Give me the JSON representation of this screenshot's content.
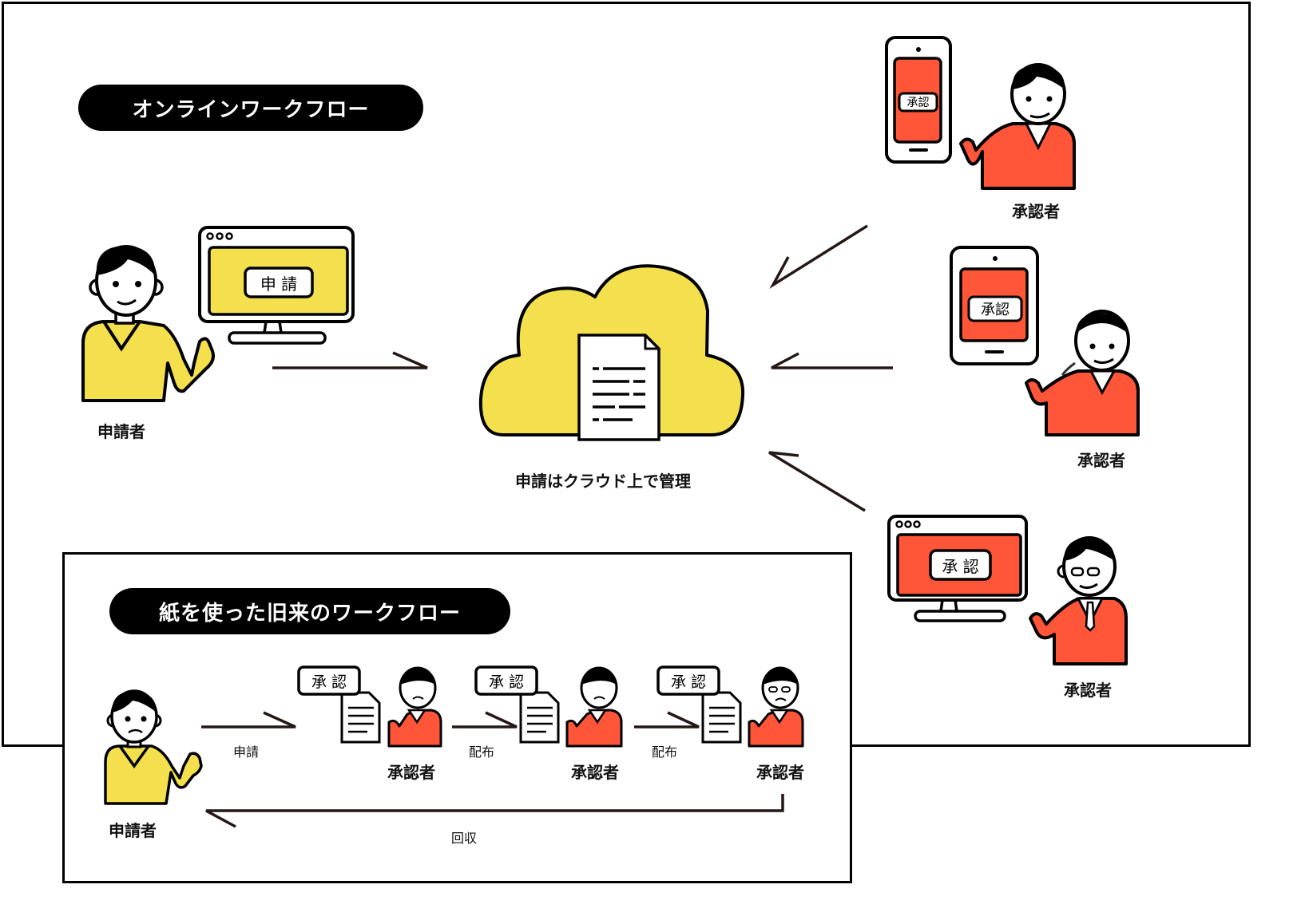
{
  "colors": {
    "applicant_yellow": "#F4E04D",
    "approver_red": "#FF5539",
    "outline": "#000000",
    "arrow": "#231815",
    "background": "#FFFFFF"
  },
  "online_section": {
    "title": "オンラインワークフロー",
    "applicant": {
      "label": "申請者",
      "device": "desktop-monitor",
      "screen_button": "申 請"
    },
    "cloud": {
      "icon": "cloud-document-icon",
      "caption": "申請はクラウド上で管理"
    },
    "approvers": [
      {
        "label": "承認者",
        "device": "smartphone",
        "screen_button": "承認"
      },
      {
        "label": "承認者",
        "device": "tablet",
        "screen_button": "承認"
      },
      {
        "label": "承認者",
        "device": "desktop-monitor",
        "screen_button": "承 認"
      }
    ]
  },
  "paper_section": {
    "title": "紙を使った旧来のワークフロー",
    "applicant": {
      "label": "申請者"
    },
    "steps": [
      {
        "arrow_label": "申請",
        "approver_label": "承認者",
        "stamp": "承 認"
      },
      {
        "arrow_label": "配布",
        "approver_label": "承認者",
        "stamp": "承 認"
      },
      {
        "arrow_label": "配布",
        "approver_label": "承認者",
        "stamp": "承 認"
      }
    ],
    "return_label": "回収"
  }
}
